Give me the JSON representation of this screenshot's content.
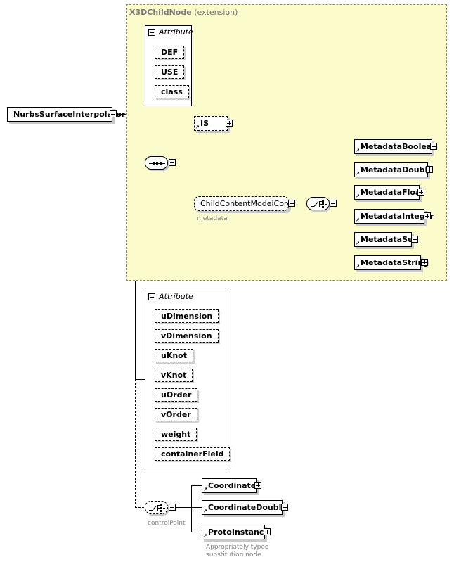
{
  "extension": {
    "name": "X3DChildNode",
    "suffix": "(extension)"
  },
  "root": {
    "label": "NurbsSurfaceInterpolator"
  },
  "attribute_groups": [
    {
      "title": "Attribute",
      "items": [
        "DEF",
        "USE",
        "class"
      ]
    },
    {
      "title": "Attribute",
      "items": [
        "uDimension",
        "vDimension",
        "uKnot",
        "vKnot",
        "uOrder",
        "vOrder",
        "weight",
        "containerField"
      ]
    }
  ],
  "is_element": {
    "label": "IS"
  },
  "child_content": {
    "label": "ChildContentModelCore",
    "caption": "metadata"
  },
  "metadata_choices": [
    "MetadataBoolean",
    "MetadataDouble",
    "MetadataFloat",
    "MetadataInteger",
    "MetadataSet",
    "MetadataString"
  ],
  "control_point": {
    "caption": "controlPoint",
    "choices": [
      "Coordinate",
      "CoordinateDouble",
      "ProtoInstance"
    ],
    "note_line1": "Appropriately typed",
    "note_line2": "substitution node"
  }
}
